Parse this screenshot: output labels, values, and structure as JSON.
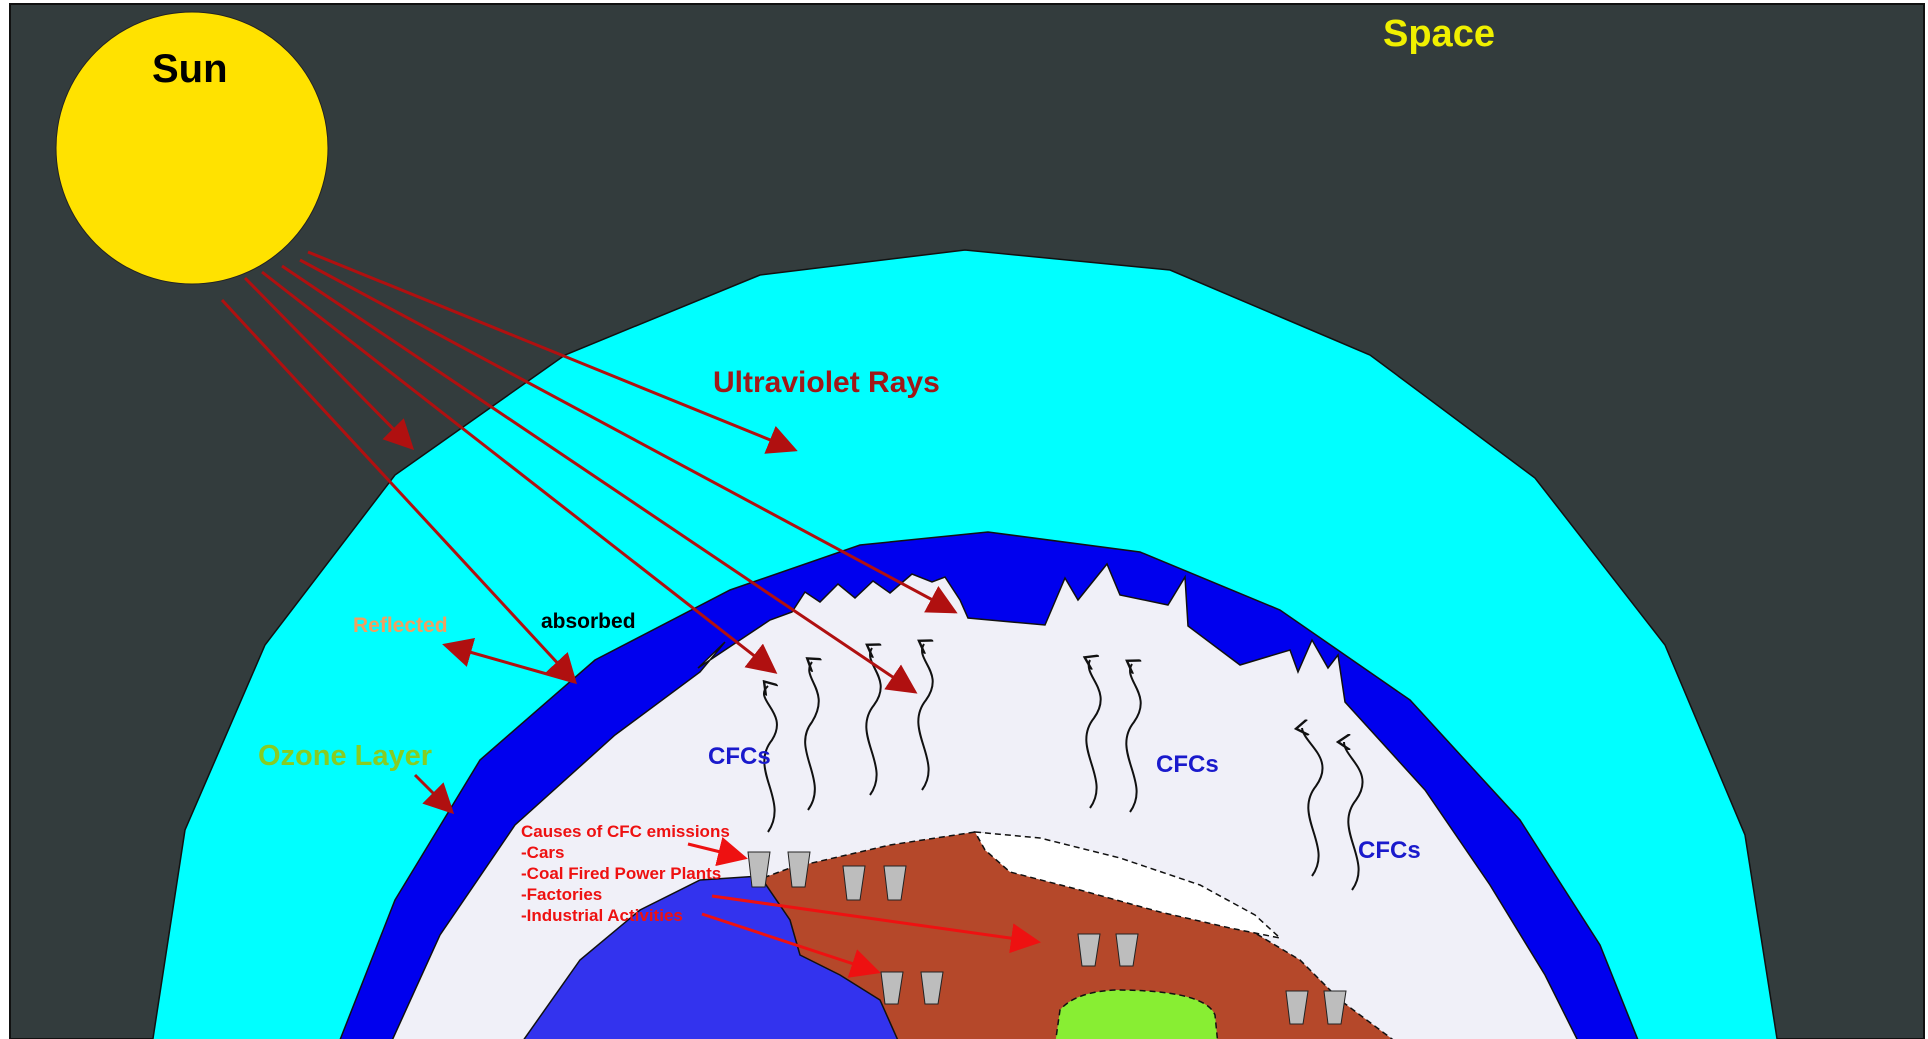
{
  "labels": {
    "sun": "Sun",
    "space": "Space",
    "ultraviolet_rays": "Ultraviolet Rays",
    "reflected": "Reflected",
    "absorbed": "absorbed",
    "ozone_layer": "Ozone Layer",
    "cfcs_left": "CFCs",
    "cfcs_middle": "CFCs",
    "cfcs_right": "CFCs"
  },
  "causes": {
    "heading": "Causes of CFC emissions",
    "items": [
      "-Cars",
      "-Coal Fired Power Plants",
      "-Factories",
      "-Industrial Activities"
    ]
  },
  "colors": {
    "space": "#333c3d",
    "sun": "#ffe200",
    "atmosphere": "#00ffff",
    "ozone_layer": "#0000ee",
    "inner_air": "#f0f0f8",
    "land": "#b5482a",
    "ocean": "#3333ee",
    "grass": "#88ee33",
    "ice": "#ffffff",
    "ray": "#b01010",
    "cause_text": "#ee1111",
    "cfc_text": "#1a1acc",
    "space_text": "#f0f000",
    "reflected_text": "#f0a060",
    "ozone_text": "#88cc22",
    "plant": "#bdbdbd"
  }
}
